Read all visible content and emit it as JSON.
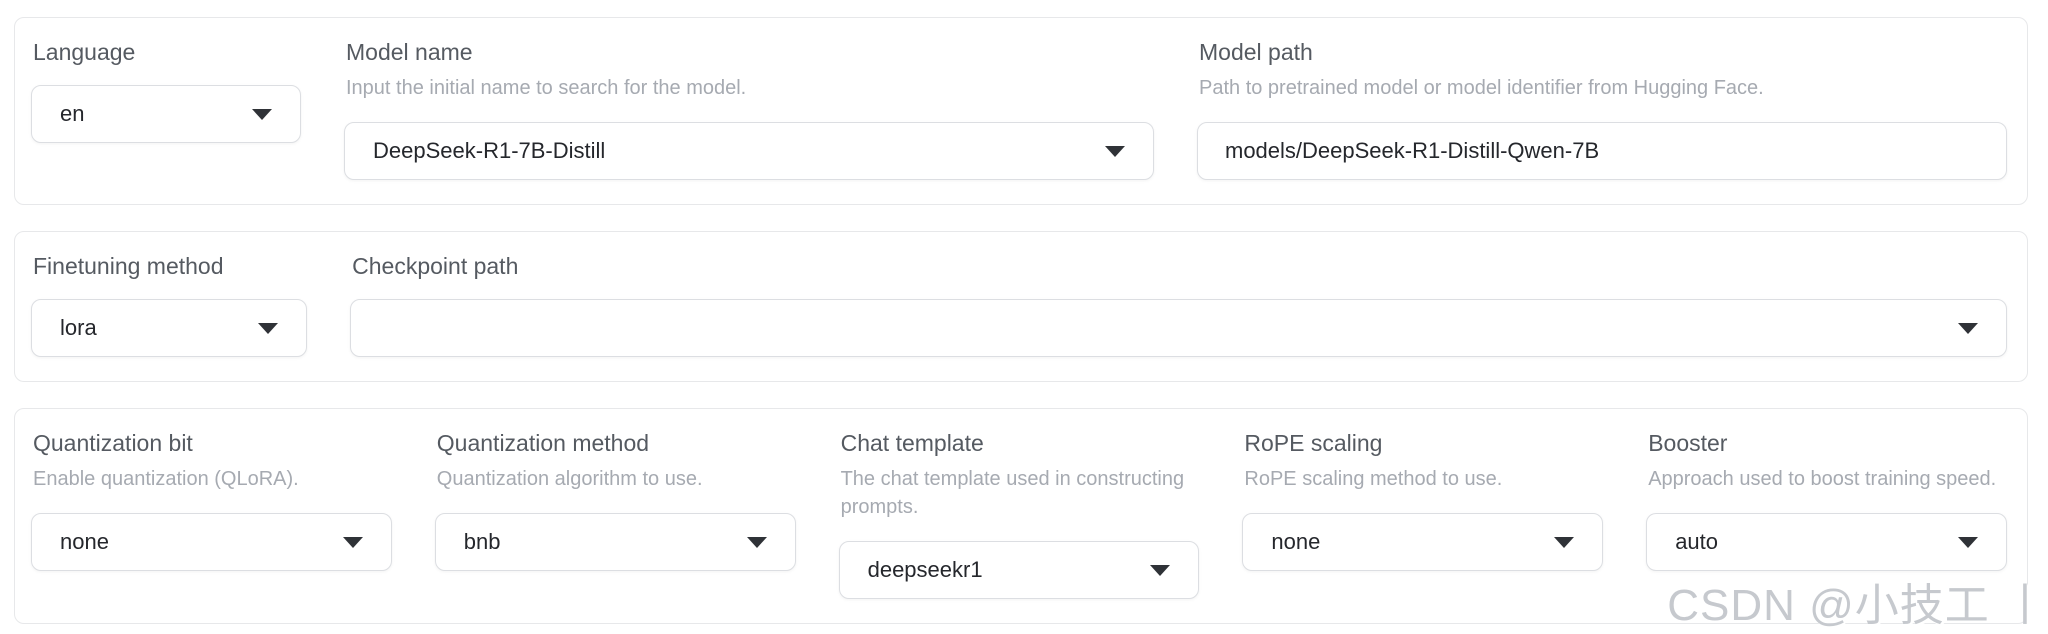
{
  "colors": {
    "background": "#ffffff",
    "panel_border": "#e7e8ea",
    "control_border": "#dcdee2",
    "label_text": "#555a61",
    "info_text": "#a6aab1",
    "value_text": "#25272c"
  },
  "panels": [
    {
      "fields": [
        {
          "label": "Language",
          "widget": "dropdown",
          "value": "en"
        },
        {
          "label": "Model name",
          "info": "Input the initial name to search for the model.",
          "widget": "dropdown",
          "value": "DeepSeek-R1-7B-Distill"
        },
        {
          "label": "Model path",
          "info": "Path to pretrained model or model identifier from Hugging Face.",
          "widget": "textbox",
          "value": "models/DeepSeek-R1-Distill-Qwen-7B"
        }
      ]
    },
    {
      "fields": [
        {
          "label": "Finetuning method",
          "widget": "dropdown",
          "value": "lora"
        },
        {
          "label": "Checkpoint path",
          "widget": "dropdown",
          "value": ""
        }
      ]
    },
    {
      "fields": [
        {
          "label": "Quantization bit",
          "info": "Enable quantization (QLoRA).",
          "widget": "dropdown",
          "value": "none"
        },
        {
          "label": "Quantization method",
          "info": "Quantization algorithm to use.",
          "widget": "dropdown",
          "value": "bnb"
        },
        {
          "label": "Chat template",
          "info": "The chat template used in constructing prompts.",
          "widget": "dropdown",
          "value": "deepseekr1"
        },
        {
          "label": "RoPE scaling",
          "info": "RoPE scaling method to use.",
          "widget": "dropdown",
          "value": "none"
        },
        {
          "label": "Booster",
          "info": "Approach used to boost training speed.",
          "widget": "dropdown",
          "value": "auto"
        }
      ]
    }
  ],
  "watermark": "CSDN @小技工 丨"
}
